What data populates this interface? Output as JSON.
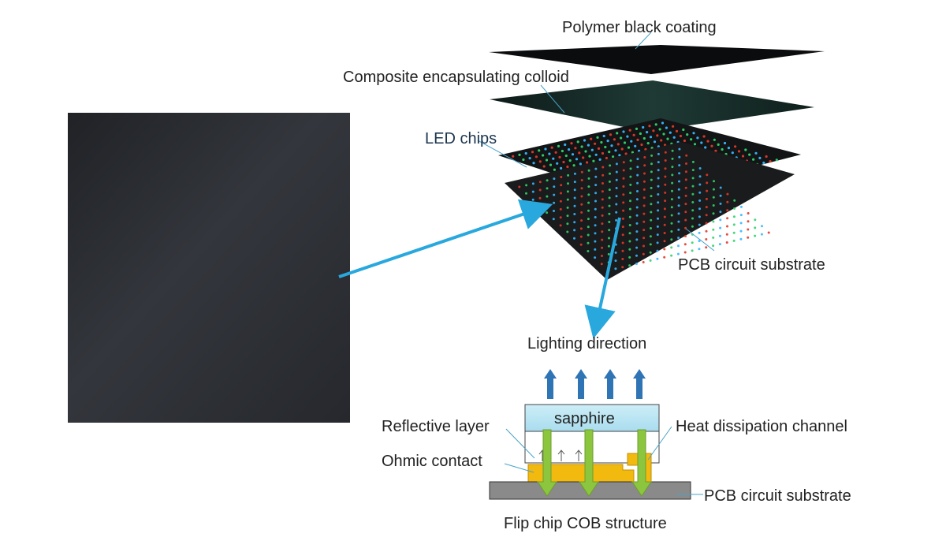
{
  "labels": {
    "polymer_black_coating": "Polymer black coating",
    "composite_encapsulating_colloid": "Composite encapsulating colloid",
    "led_chips": "LED chips",
    "pcb_circuit_substrate_top": "PCB circuit substrate",
    "lighting_direction": "Lighting direction",
    "sapphire": "sapphire",
    "reflective_layer": "Reflective layer",
    "heat_dissipation_channel": "Heat dissipation channel",
    "ohmic_contact": "Ohmic contact",
    "pcb_circuit_substrate_bottom": "PCB circuit substrate",
    "caption": "Flip chip COB structure"
  },
  "colors": {
    "arrow_blue": "#29a8de",
    "light_up_arrow": "#2f74b5",
    "current_arrow": "#8cc63f",
    "sapphire_fill": "#bfe6f2",
    "gold_contact": "#f2b90f",
    "pcb_gray": "#8a8a8a",
    "panel_dark": "#2e3035"
  },
  "led_colors": [
    "#e03a2a",
    "#2fd46a",
    "#36b8ff"
  ]
}
